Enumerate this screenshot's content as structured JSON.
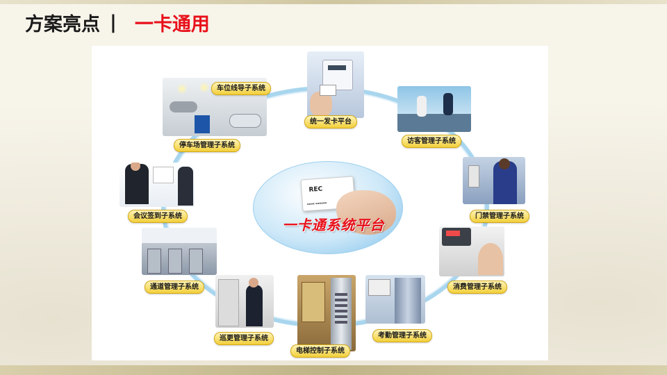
{
  "header": {
    "title": "方案亮点",
    "separator": "|",
    "subtitle": "一卡通用"
  },
  "center": {
    "card_logo": "REC",
    "title": "一卡通系统平台"
  },
  "subsystems": [
    {
      "id": "card-issue",
      "label": "统一发卡平台"
    },
    {
      "id": "visitor",
      "label": "访客管理子系统"
    },
    {
      "id": "access",
      "label": "门禁管理子系统"
    },
    {
      "id": "consume",
      "label": "消费管理子系统"
    },
    {
      "id": "attendance",
      "label": "考勤管理子系统"
    },
    {
      "id": "elevator",
      "label": "电梯控制子系统"
    },
    {
      "id": "patrol",
      "label": "巡更管理子系统"
    },
    {
      "id": "channel",
      "label": "通道管理子系统"
    },
    {
      "id": "meeting",
      "label": "会议签到子系统"
    },
    {
      "id": "parking",
      "label": "停车场管理子系统"
    },
    {
      "id": "guidance",
      "label": "车位线导子系统"
    }
  ],
  "colors": {
    "accent": "#e8101a",
    "ring": "#a9d6ee",
    "label_bg": "#f2cf3a"
  }
}
